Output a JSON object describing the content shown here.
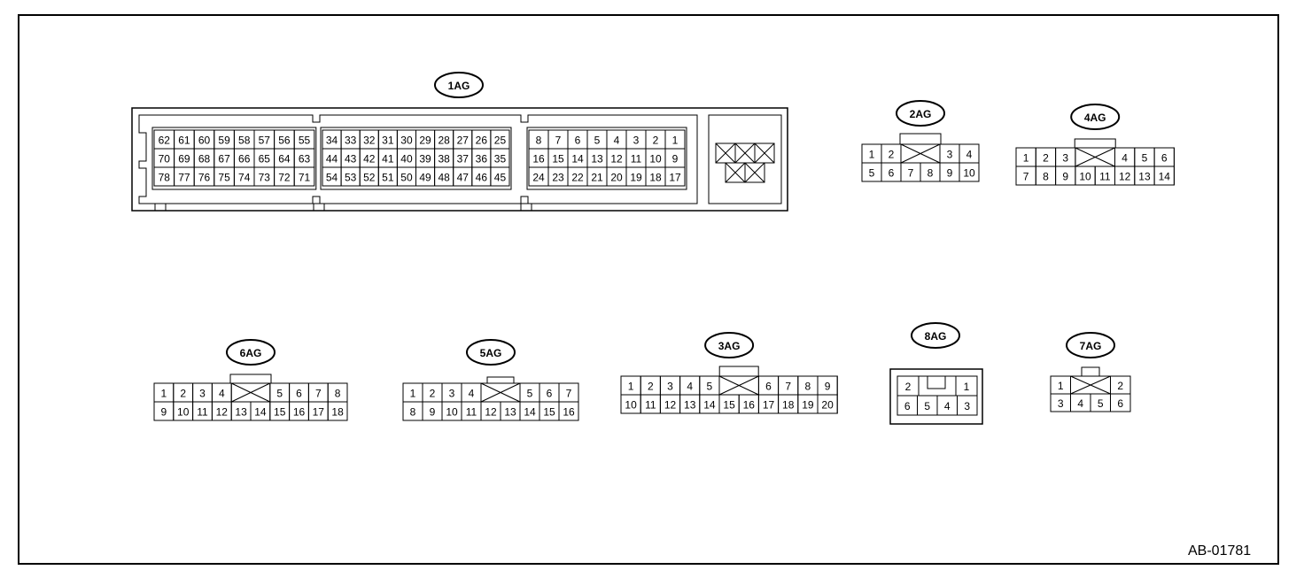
{
  "figure_code": "AB-01781",
  "connectors": [
    {
      "id": "1AG",
      "blocks": [
        {
          "rows": [
            [
              "62",
              "61",
              "60",
              "59",
              "58",
              "57",
              "56",
              "55"
            ],
            [
              "70",
              "69",
              "68",
              "67",
              "66",
              "65",
              "64",
              "63"
            ],
            [
              "78",
              "77",
              "76",
              "75",
              "74",
              "73",
              "72",
              "71"
            ]
          ]
        },
        {
          "rows": [
            [
              "34",
              "33",
              "32",
              "31",
              "30",
              "29",
              "28",
              "27",
              "26",
              "25"
            ],
            [
              "44",
              "43",
              "42",
              "41",
              "40",
              "39",
              "38",
              "37",
              "36",
              "35"
            ],
            [
              "54",
              "53",
              "52",
              "51",
              "50",
              "49",
              "48",
              "47",
              "46",
              "45"
            ]
          ]
        },
        {
          "rows": [
            [
              "8",
              "7",
              "6",
              "5",
              "4",
              "3",
              "2",
              "1"
            ],
            [
              "16",
              "15",
              "14",
              "13",
              "12",
              "11",
              "10",
              "9"
            ],
            [
              "24",
              "23",
              "22",
              "21",
              "20",
              "19",
              "18",
              "17"
            ]
          ]
        }
      ]
    },
    {
      "id": "2AG",
      "top": [
        [
          "1",
          "2"
        ],
        [
          "3",
          "4"
        ]
      ],
      "bottom": [
        "5",
        "6",
        "7",
        "8",
        "9",
        "10"
      ]
    },
    {
      "id": "4AG",
      "top": [
        [
          "1",
          "2",
          "3"
        ],
        [
          "4",
          "5",
          "6"
        ]
      ],
      "bottom": [
        "7",
        "8",
        "9",
        "10",
        "11",
        "12",
        "13",
        "14"
      ]
    },
    {
      "id": "6AG",
      "top": [
        [
          "1",
          "2",
          "3",
          "4"
        ],
        [
          "5",
          "6",
          "7",
          "8"
        ]
      ],
      "bottom": [
        "9",
        "10",
        "11",
        "12",
        "13",
        "14",
        "15",
        "16",
        "17",
        "18"
      ]
    },
    {
      "id": "5AG",
      "top": [
        [
          "1",
          "2",
          "3",
          "4"
        ],
        [
          "5",
          "6",
          "7"
        ]
      ],
      "bottom": [
        "8",
        "9",
        "10",
        "11",
        "12",
        "13",
        "14",
        "15",
        "16"
      ]
    },
    {
      "id": "3AG",
      "top": [
        [
          "1",
          "2",
          "3",
          "4",
          "5"
        ],
        [
          "6",
          "7",
          "8",
          "9"
        ]
      ],
      "bottom": [
        "10",
        "11",
        "12",
        "13",
        "14",
        "15",
        "16",
        "17",
        "18",
        "19",
        "20"
      ]
    },
    {
      "id": "8AG",
      "top": [
        [
          "2"
        ],
        [
          "1"
        ]
      ],
      "bottom": [
        "6",
        "5",
        "4",
        "3"
      ]
    },
    {
      "id": "7AG",
      "top": [
        [
          "1"
        ],
        [
          "2"
        ]
      ],
      "bottom": [
        "3",
        "4",
        "5",
        "6"
      ]
    }
  ]
}
